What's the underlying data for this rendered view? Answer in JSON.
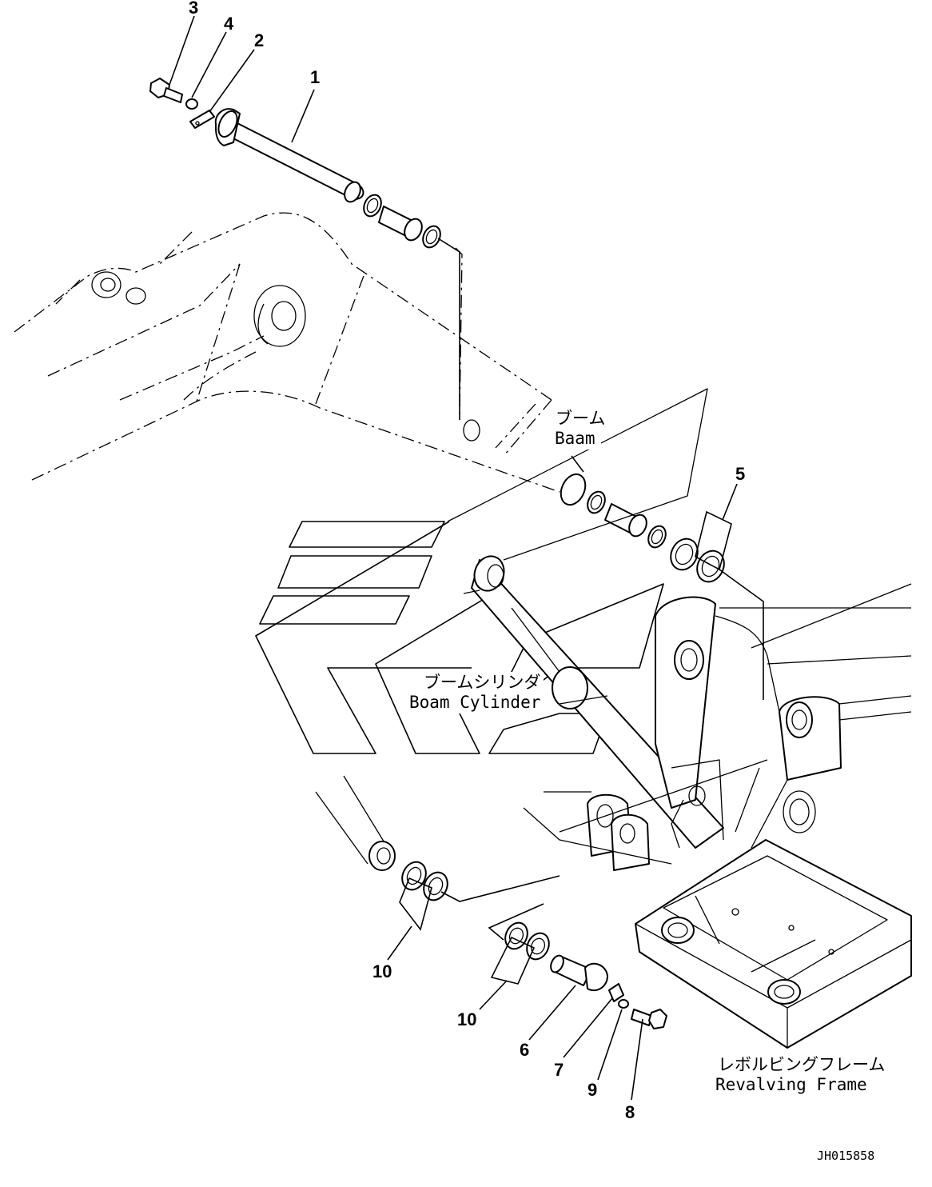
{
  "labels": {
    "boom_jp": "ブーム",
    "boom_en": "Baam",
    "cylinder_jp": "ブームシリンダ",
    "cylinder_en": "Boam Cylinder",
    "frame_jp": "レボルビングフレーム",
    "frame_en": "Revalving Frame"
  },
  "callouts": {
    "c1": "1",
    "c2": "2",
    "c3": "3",
    "c4": "4",
    "c5": "5",
    "c6": "6",
    "c7": "7",
    "c8": "8",
    "c9": "9",
    "c10a": "10",
    "c10b": "10"
  },
  "doc_id": "JH015858"
}
